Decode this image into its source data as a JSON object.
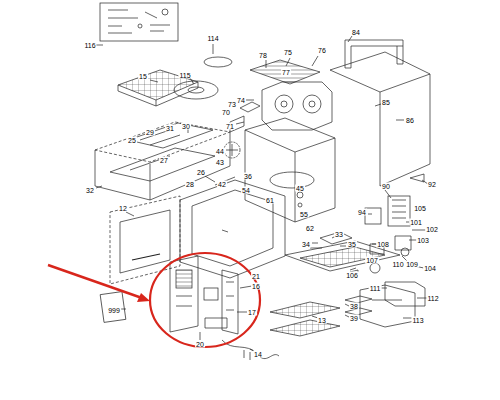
{
  "diagram": {
    "labels": [
      "116",
      "114",
      "78",
      "75",
      "76",
      "77",
      "84",
      "115",
      "15",
      "74",
      "73",
      "70",
      "71",
      "85",
      "86",
      "44",
      "43",
      "31",
      "30",
      "25",
      "26",
      "27",
      "28",
      "29",
      "32",
      "42",
      "54",
      "36",
      "45",
      "55",
      "61",
      "62",
      "90",
      "92",
      "94",
      "101",
      "102",
      "103",
      "104",
      "105",
      "106",
      "107",
      "108",
      "109",
      "110",
      "111",
      "112",
      "113",
      "13",
      "14",
      "16",
      "17",
      "20",
      "21",
      "33",
      "34",
      "35",
      "38",
      "39",
      "12",
      "999"
    ]
  }
}
